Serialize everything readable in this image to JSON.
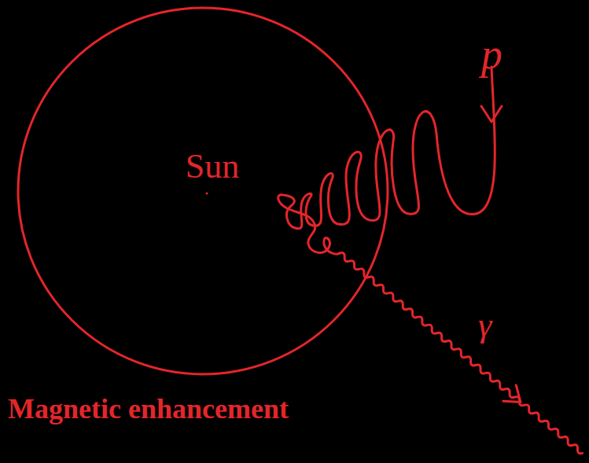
{
  "diagram": {
    "nodes": [
      {
        "text": [
          "Sun"
        ]
      }
    ],
    "labels": [
      "p",
      "γ",
      "Magnetic enhancement"
    ]
  }
}
